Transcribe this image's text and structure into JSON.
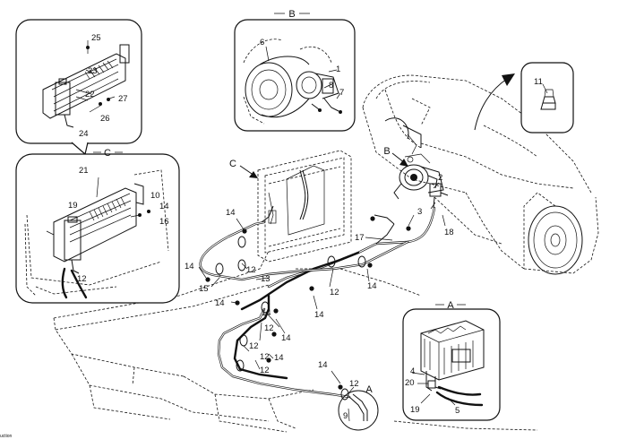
{
  "callouts": {
    "n1": "1",
    "n2": "2",
    "n3": "3",
    "n4": "4",
    "n5": "5",
    "n6": "6",
    "n7": "7",
    "n8": "8",
    "n9": "9",
    "n10": "10",
    "n11": "11",
    "n12": "12",
    "n13": "13",
    "n14": "14",
    "n15": "15",
    "n16": "16",
    "n17": "17",
    "n18": "18",
    "n19": "19",
    "n20": "20",
    "n21": "21",
    "n22": "22",
    "n23": "23",
    "n24": "24",
    "n25": "25",
    "n26": "26",
    "n27": "27"
  },
  "views": {
    "a": "A",
    "b": "B",
    "c": "C"
  },
  "corner_text": "uction"
}
